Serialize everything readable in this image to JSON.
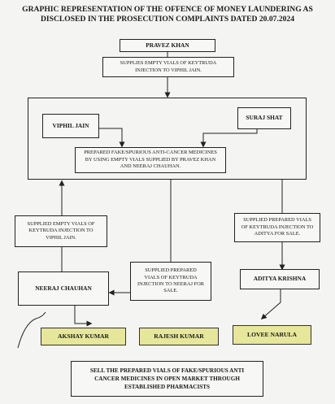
{
  "title_line1": "GRAPHIC REPRESENTATION OF THE OFFENCE OF MONEY LAUNDERING AS",
  "title_line2": "DISCLOSED IN THE PROSECUTION COMPLAINTS DATED 20.07.2024",
  "nodes": {
    "pravez_khan": "PRAVEZ KHAN",
    "pravez_supply": "SUPPLIES EMPTY VIALS OF KEYTRUDA INJECTION TO VIPHIL JAIN.",
    "viphil_jain": "VIPHIL JAIN",
    "suraj_shat": "SURAJ SHAT",
    "prepared": "PREPARED FAKE/SPURIOUS ANTI-CANCER MEDICINES BY USING EMPTY VIALS SUPPLIED BY PRAVEZ KHAN AND NEERAJ CHAUHAN.",
    "neeraj_supply_empty": "SUPPLIED EMPTY VIALS OF KEYTRUDA INJECTION TO VIPHIL JAIN.",
    "supply_aditya": "SUPPLIED PREPARED VIALS OF KEYTRUDA INJECTION TO ADITYA FOR SALE.",
    "supply_neeraj": "SUPPLIED PREPARED VIALS OF KEYTRUDA INJECTION TO NEERAJ FOR SALE.",
    "neeraj_chauhan": "NEERAJ CHAUHAN",
    "aditya_krishna": "ADITYA KRISHNA",
    "akshay_kumar": "AKSHAY KUMAR",
    "rajesh_kumar": "RAJESH KUMAR",
    "lovee_narula": "LOVEE NARULA",
    "sell": "SELL THE PREPARED VIALS OF FAKE/SPURIOUS ANTI CANCER MEDICINES IN OPEN MARKET THROUGH ESTABLISHED PHARMACISTS"
  },
  "colors": {
    "highlight": "#e6e79a",
    "line": "#222222"
  }
}
